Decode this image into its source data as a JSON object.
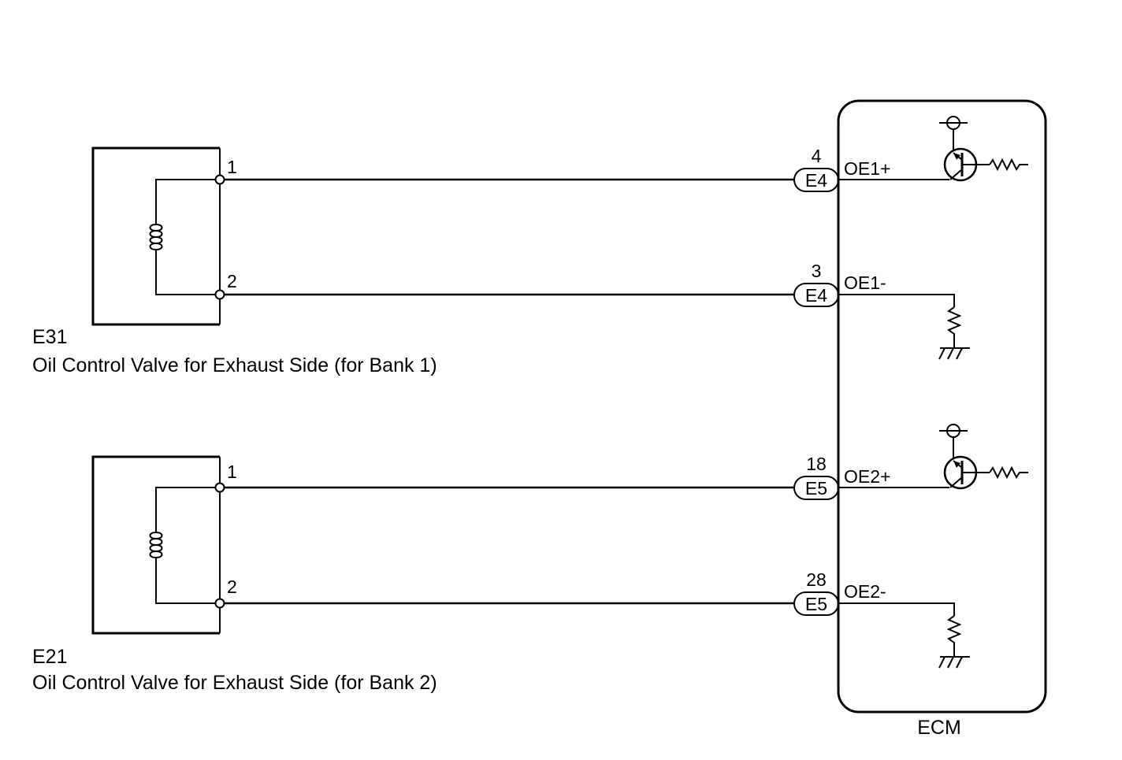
{
  "components": [
    {
      "code": "E31",
      "name": "Oil Control Valve for Exhaust Side (for Bank 1)",
      "pin_top": "1",
      "pin_bottom": "2"
    },
    {
      "code": "E21",
      "name": "Oil Control Valve for Exhaust Side (for Bank 2)",
      "pin_top": "1",
      "pin_bottom": "2"
    }
  ],
  "ecm": {
    "label": "ECM",
    "terminals": [
      {
        "pin": "4",
        "connector": "E4",
        "signal": "OE1+"
      },
      {
        "pin": "3",
        "connector": "E4",
        "signal": "OE1-"
      },
      {
        "pin": "18",
        "connector": "E5",
        "signal": "OE2+"
      },
      {
        "pin": "28",
        "connector": "E5",
        "signal": "OE2-"
      }
    ]
  },
  "symbols": {
    "valve_coil": "solenoid-coil-icon",
    "power": "power-supply-icon",
    "driver": "transistor-icon",
    "load": "resistor-icon",
    "ground": "ground-icon"
  }
}
